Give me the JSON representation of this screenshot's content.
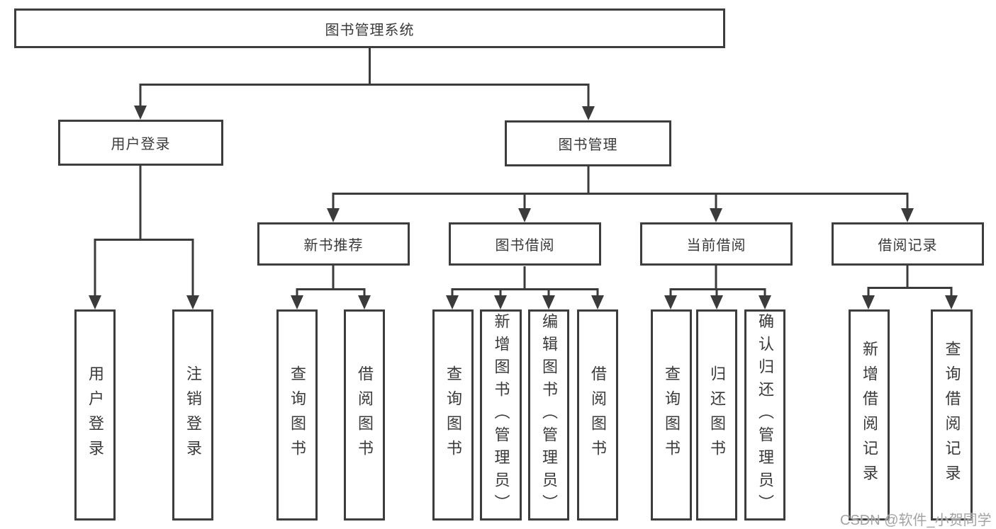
{
  "diagram": {
    "root": {
      "label": "图书管理系统"
    },
    "branches": [
      {
        "label": "用户登录",
        "children": [
          {
            "label": "用户登录"
          },
          {
            "label": "注销登录"
          }
        ]
      },
      {
        "label": "图书管理",
        "children": [
          {
            "label": "新书推荐",
            "children": [
              {
                "label": "查询图书"
              },
              {
                "label": "借阅图书"
              }
            ]
          },
          {
            "label": "图书借阅",
            "children": [
              {
                "label": "查询图书"
              },
              {
                "label": "新增图书（管理员）"
              },
              {
                "label": "编辑图书（管理员）"
              },
              {
                "label": "借阅图书"
              }
            ]
          },
          {
            "label": "当前借阅",
            "children": [
              {
                "label": "查询图书"
              },
              {
                "label": "归还图书"
              },
              {
                "label": "确认归还（管理员）"
              }
            ]
          },
          {
            "label": "借阅记录",
            "children": [
              {
                "label": "新增借阅记录"
              },
              {
                "label": "查询借阅记录"
              }
            ]
          }
        ]
      }
    ]
  },
  "watermark": {
    "text": "CSDN @软件_小贺同学"
  },
  "colors": {
    "line": "#3b3b3b",
    "box_border": "#3d3d3d",
    "text": "#3a3a3a",
    "watermark": "#a3a3a3",
    "background": "#ffffff"
  }
}
